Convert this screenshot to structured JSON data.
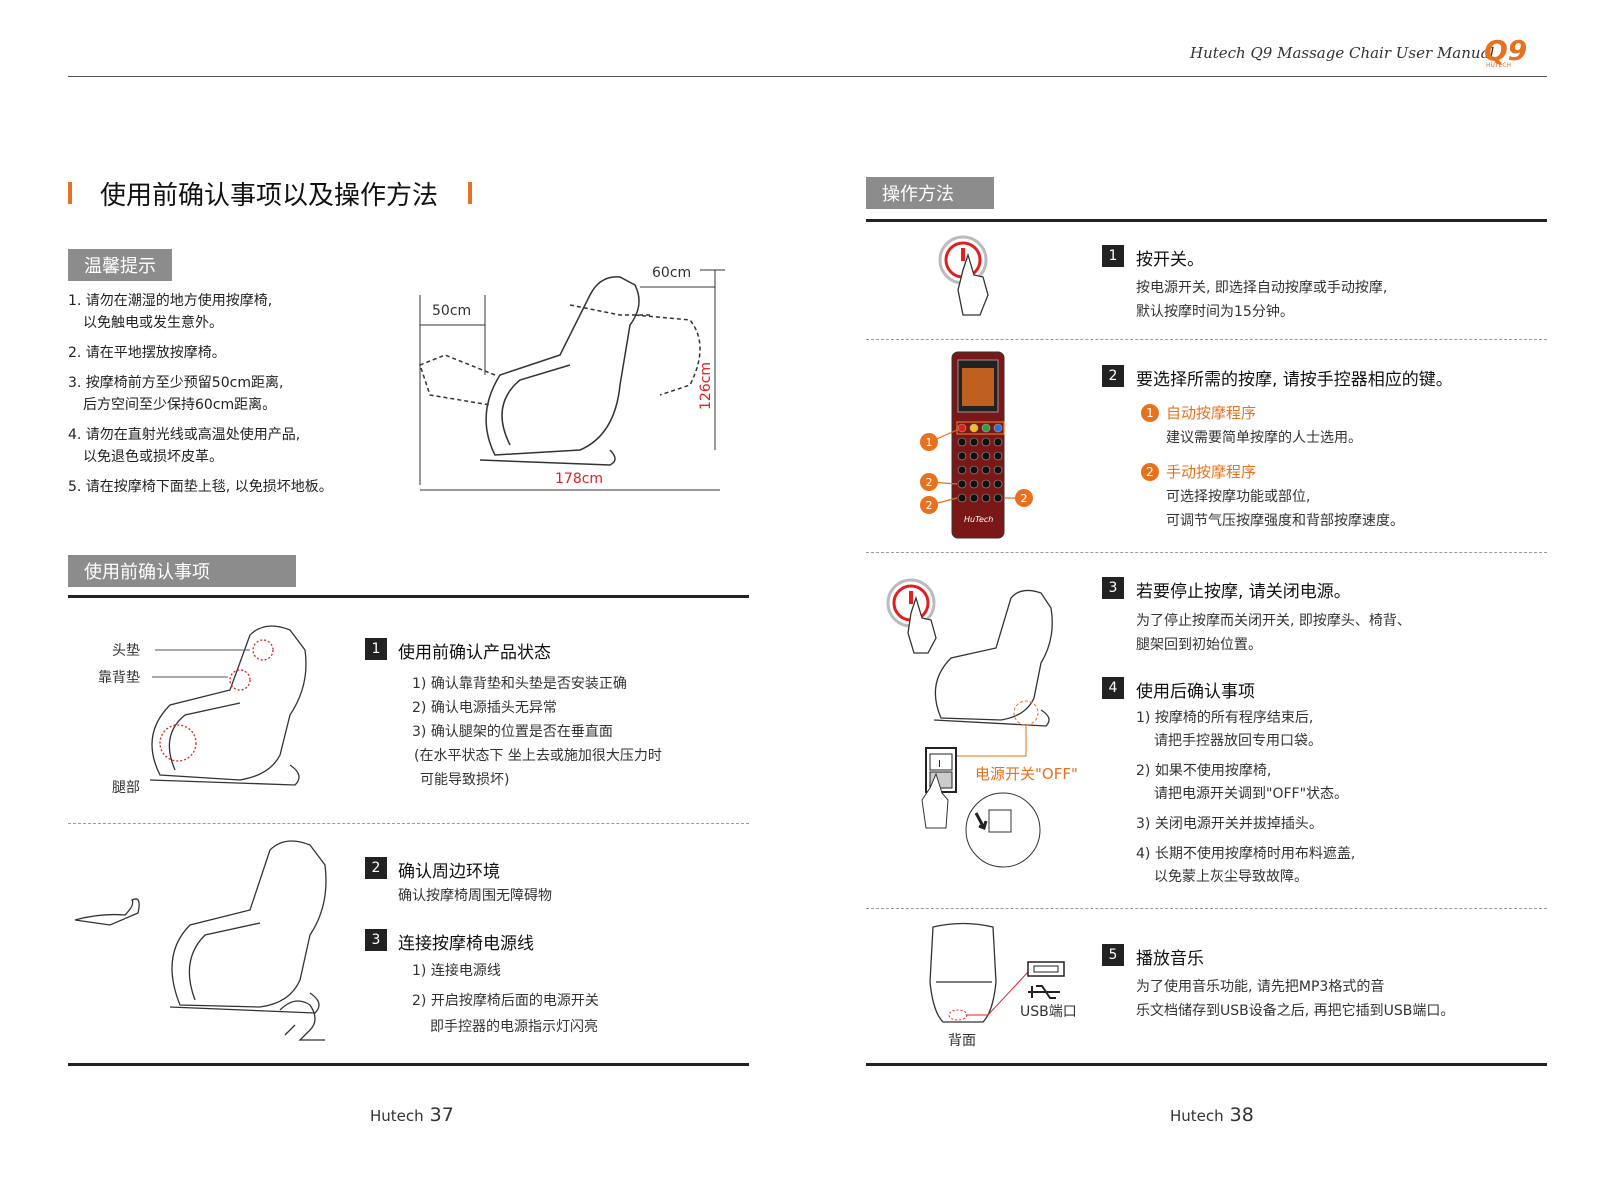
{
  "header": {
    "manual_title": "Hutech Q9 Massage Chair User Manual",
    "logo_text": "Q9",
    "logo_sub": "HUTECH"
  },
  "left": {
    "main_title": "使用前确认事项以及操作方法",
    "tips": {
      "heading": "温馨提示",
      "items": [
        {
          "l1": "1. 请勿在潮湿的地方使用按摩椅,",
          "l2": "以免触电或发生意外。"
        },
        {
          "l1": "2. 请在平地摆放按摩椅。",
          "l2": ""
        },
        {
          "l1": "3. 按摩椅前方至少预留50cm距离,",
          "l2": "后方空间至少保持60cm距离。"
        },
        {
          "l1": "4. 请勿在直射光线或高温处使用产品,",
          "l2": "以免退色或损坏皮革。"
        },
        {
          "l1": "5. 请在按摩椅下面垫上毯, 以免损坏地板。",
          "l2": ""
        }
      ],
      "dims": {
        "front": "50cm",
        "back": "60cm",
        "height": "126cm",
        "length": "178cm"
      }
    },
    "check": {
      "heading": "使用前确认事项",
      "chair_labels": {
        "head": "头垫",
        "back": "靠背垫",
        "leg": "腿部"
      },
      "s1": {
        "num": "1",
        "title": "使用前确认产品状态",
        "lines": [
          "1) 确认靠背垫和头垫是否安装正确",
          "2) 确认电源插头无异常",
          "3) 确认腿架的位置是否在垂直面",
          "(在水平状态下 坐上去或施加很大压力时",
          "可能导致损坏)"
        ]
      },
      "s2": {
        "num": "2",
        "title": "确认周边环境",
        "lines": [
          "确认按摩椅周围无障碍物"
        ]
      },
      "s3": {
        "num": "3",
        "title": "连接按摩椅电源线",
        "lines": [
          "1) 连接电源线",
          "2) 开启按摩椅后面的电源开关",
          "即手控器的电源指示灯闪亮"
        ]
      }
    },
    "page": {
      "brand": "Hutech",
      "num": "37"
    }
  },
  "right": {
    "heading": "操作方法",
    "s1": {
      "num": "1",
      "title": "按开关。",
      "lines": [
        "按电源开关, 即选择自动按摩或手动按摩,",
        "默认按摩时间为15分钟。"
      ]
    },
    "s2": {
      "num": "2",
      "title": "要选择所需的按摩, 请按手控器相应的键。",
      "opt1": {
        "n": "1",
        "title": "自动按摩程序",
        "desc": "建议需要简单按摩的人士选用。"
      },
      "opt2": {
        "n": "2",
        "title": "手动按摩程序",
        "desc1": "可选择按摩功能或部位,",
        "desc2": "可调节气压按摩强度和背部按摩速度。"
      },
      "remote_brand": "HuTech",
      "callouts": [
        "1",
        "2",
        "2",
        "2"
      ]
    },
    "s3": {
      "num": "3",
      "title": "若要停止按摩, 请关闭电源。",
      "lines": [
        "为了停止按摩而关闭开关, 即按摩头、椅背、",
        "腿架回到初始位置。"
      ],
      "switch_label": "电源开关\"OFF\"",
      "switch_on": "I"
    },
    "s4": {
      "num": "4",
      "title": "使用后确认事项",
      "lines": [
        "1) 按摩椅的所有程序结束后,",
        "请把手控器放回专用口袋。",
        "2) 如果不使用按摩椅,",
        "请把电源开关调到\"OFF\"状态。",
        "3) 关闭电源开关并拔掉插头。",
        "4) 长期不使用按摩椅时用布料遮盖,",
        "以免蒙上灰尘导致故障。"
      ]
    },
    "s5": {
      "num": "5",
      "title": "播放音乐",
      "lines": [
        "为了使用音乐功能, 请先把MP3格式的音",
        "乐文档储存到USB设备之后, 再把它插到USB端口。"
      ],
      "usb_label": "USB端口",
      "back_label": "背面"
    },
    "page": {
      "brand": "Hutech",
      "num": "38"
    }
  },
  "colors": {
    "accent": "#e8711f",
    "gray_box": "#8c8c8c",
    "rule": "#222222",
    "red": "#e02020"
  }
}
